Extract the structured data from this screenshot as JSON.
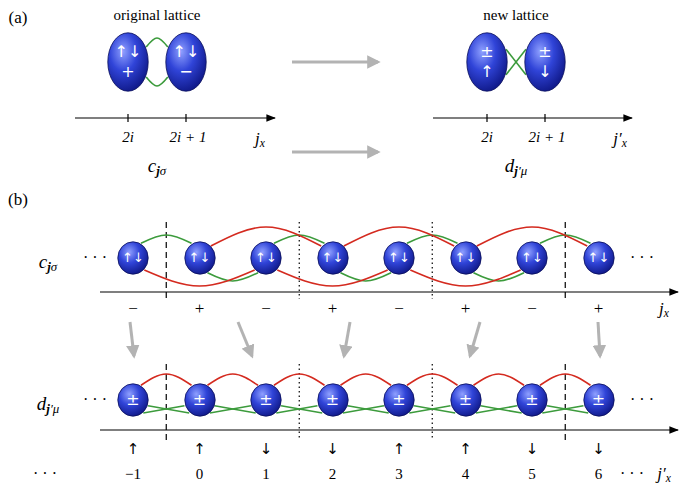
{
  "diagram": {
    "nodes": [
      {
        "text": [
          "↑↓",
          "+"
        ]
      },
      {
        "text": [
          "↑↓",
          "−"
        ]
      },
      {
        "text": [
          "±",
          "↑"
        ]
      },
      {
        "text": [
          "±",
          "↓"
        ]
      },
      {
        "text": [
          "↑↓"
        ]
      },
      {
        "text": [
          "↑↓"
        ]
      },
      {
        "text": [
          "↑↓"
        ]
      },
      {
        "text": [
          "↑↓"
        ]
      },
      {
        "text": [
          "↑↓"
        ]
      },
      {
        "text": [
          "↑↓"
        ]
      },
      {
        "text": [
          "↑↓"
        ]
      },
      {
        "text": [
          "↑↓"
        ]
      },
      {
        "text": [
          "±"
        ]
      },
      {
        "text": [
          "±"
        ]
      },
      {
        "text": [
          "±"
        ]
      },
      {
        "text": [
          "±"
        ]
      },
      {
        "text": [
          "±"
        ]
      },
      {
        "text": [
          "±"
        ]
      },
      {
        "text": [
          "±"
        ]
      },
      {
        "text": [
          "±"
        ]
      }
    ],
    "edges": [
      {
        "from": 0,
        "to": 1,
        "arrow": "none"
      },
      {
        "from": 0,
        "to": 1,
        "arrow": "none"
      },
      {
        "from": 2,
        "to": 3,
        "arrow": "none"
      },
      {
        "from": 2,
        "to": 3,
        "arrow": "none"
      },
      {
        "from": 4,
        "to": 5,
        "arrow": "none"
      },
      {
        "from": 5,
        "to": 6,
        "arrow": "none"
      },
      {
        "from": 6,
        "to": 7,
        "arrow": "none"
      },
      {
        "from": 7,
        "to": 8,
        "arrow": "none"
      },
      {
        "from": 8,
        "to": 9,
        "arrow": "none"
      },
      {
        "from": 9,
        "to": 10,
        "arrow": "none"
      },
      {
        "from": 10,
        "to": 11,
        "arrow": "none"
      },
      {
        "from": 4,
        "to": 6,
        "arrow": "none"
      },
      {
        "from": 5,
        "to": 7,
        "arrow": "none"
      },
      {
        "from": 6,
        "to": 8,
        "arrow": "none"
      },
      {
        "from": 7,
        "to": 9,
        "arrow": "none"
      },
      {
        "from": 8,
        "to": 10,
        "arrow": "none"
      },
      {
        "from": 9,
        "to": 11,
        "arrow": "none"
      },
      {
        "from": 12,
        "to": 13,
        "arrow": "none"
      },
      {
        "from": 13,
        "to": 14,
        "arrow": "none"
      },
      {
        "from": 14,
        "to": 15,
        "arrow": "none"
      },
      {
        "from": 15,
        "to": 16,
        "arrow": "none"
      },
      {
        "from": 16,
        "to": 17,
        "arrow": "none"
      },
      {
        "from": 17,
        "to": 18,
        "arrow": "none"
      },
      {
        "from": 18,
        "to": 19,
        "arrow": "none"
      },
      {
        "from": 12,
        "to": 13,
        "arrow": "none"
      },
      {
        "from": 12,
        "to": 13,
        "arrow": "none"
      },
      {
        "from": 13,
        "to": 14,
        "arrow": "none"
      },
      {
        "from": 13,
        "to": 14,
        "arrow": "none"
      },
      {
        "from": 14,
        "to": 15,
        "arrow": "none"
      },
      {
        "from": 14,
        "to": 15,
        "arrow": "none"
      },
      {
        "from": 15,
        "to": 16,
        "arrow": "none"
      },
      {
        "from": 15,
        "to": 16,
        "arrow": "none"
      },
      {
        "from": 16,
        "to": 17,
        "arrow": "none"
      },
      {
        "from": 16,
        "to": 17,
        "arrow": "none"
      },
      {
        "from": 17,
        "to": 18,
        "arrow": "none"
      },
      {
        "from": 17,
        "to": 18,
        "arrow": "none"
      },
      {
        "from": 18,
        "to": 19,
        "arrow": "none"
      },
      {
        "from": 18,
        "to": 19,
        "arrow": "none"
      }
    ],
    "labels": [
      "(a)",
      "original lattice",
      "2i",
      "2i + 1",
      "jx",
      "cjσ",
      "new lattice",
      "2i",
      "2i + 1",
      "j′x",
      "dj′μ",
      "(b)",
      "cjσ",
      "· · ·",
      "· · ·",
      "−",
      "+",
      "−",
      "+",
      "−",
      "+",
      "−",
      "+",
      "jx",
      "dj′μ",
      "· · ·",
      "· · ·",
      "↑",
      "↑",
      "↓",
      "↓",
      "↑",
      "↑",
      "↓",
      "↓",
      "· · ·",
      "−1",
      "0",
      "1",
      "2",
      "3",
      "4",
      "5",
      "6",
      "· · ·",
      "j′x"
    ]
  }
}
